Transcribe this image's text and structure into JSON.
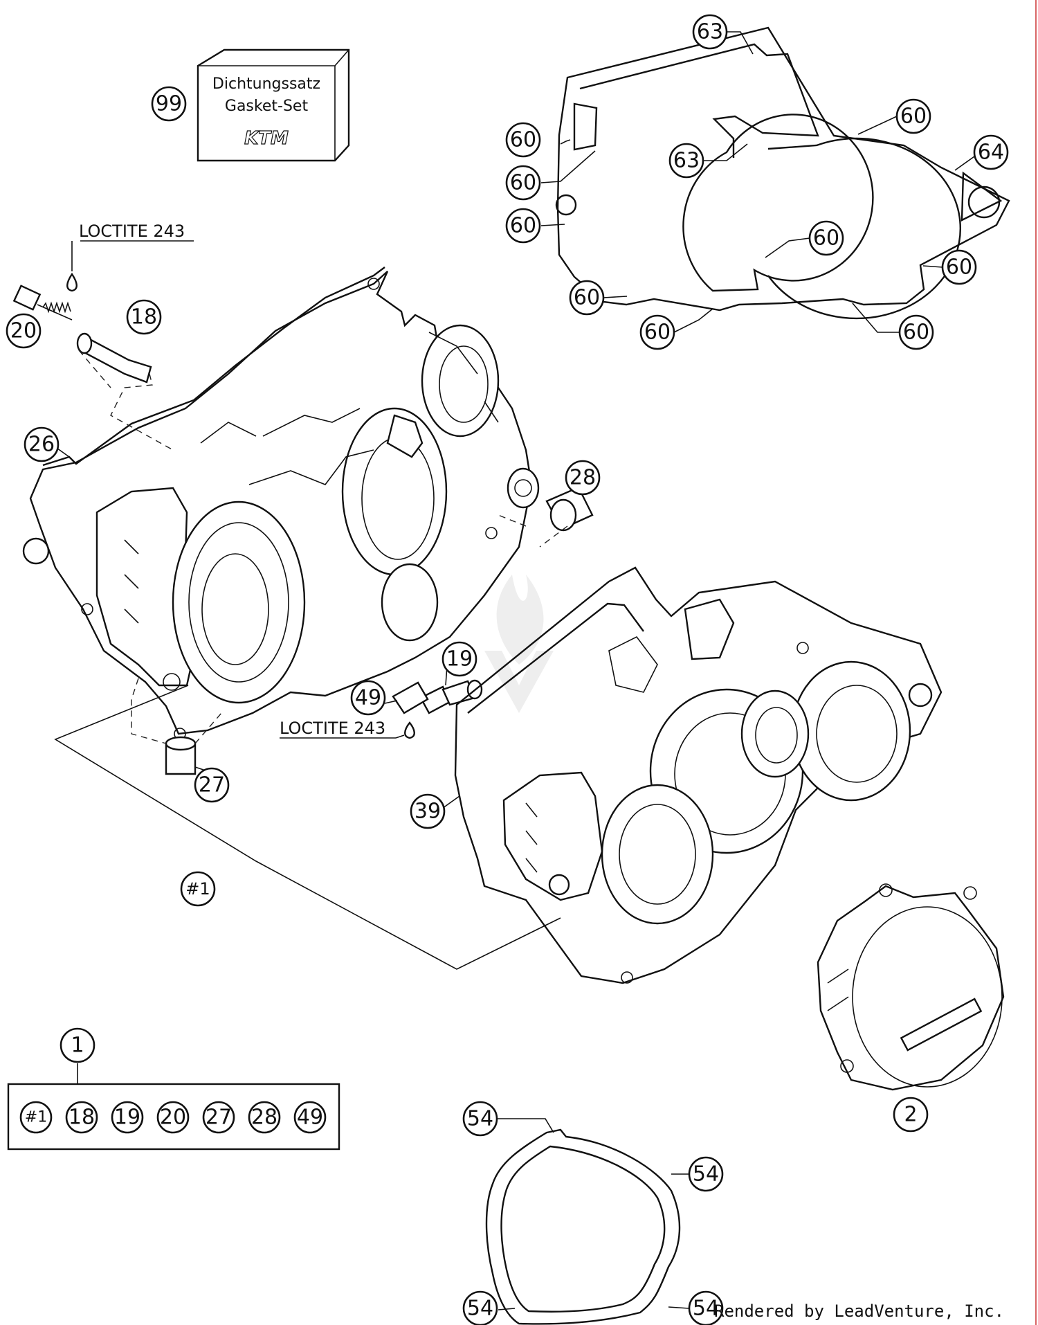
{
  "gasket_set_box": {
    "line1": "Dichtungssatz",
    "line2": "Gasket-Set",
    "brand": "KTM"
  },
  "notes": {
    "loctite_upper": "LOCTITE 243",
    "loctite_lower": "LOCTITE 243"
  },
  "credit": "Rendered by LeadVenture, Inc.",
  "callouts": [
    {
      "id": "c99",
      "label": "99"
    },
    {
      "id": "c63a",
      "label": "63"
    },
    {
      "id": "c60a",
      "label": "60"
    },
    {
      "id": "c60b",
      "label": "60"
    },
    {
      "id": "c60c",
      "label": "60"
    },
    {
      "id": "c63b",
      "label": "63"
    },
    {
      "id": "c60d",
      "label": "60"
    },
    {
      "id": "c64",
      "label": "64"
    },
    {
      "id": "c60e",
      "label": "60"
    },
    {
      "id": "c60f",
      "label": "60"
    },
    {
      "id": "c60g",
      "label": "60"
    },
    {
      "id": "c60h",
      "label": "60"
    },
    {
      "id": "c60i",
      "label": "60"
    },
    {
      "id": "c20",
      "label": "20"
    },
    {
      "id": "c18",
      "label": "18"
    },
    {
      "id": "c26",
      "label": "26"
    },
    {
      "id": "c28",
      "label": "28"
    },
    {
      "id": "c19",
      "label": "19"
    },
    {
      "id": "c49",
      "label": "49"
    },
    {
      "id": "c27",
      "label": "27"
    },
    {
      "id": "c39",
      "label": "39"
    },
    {
      "id": "c1h",
      "label": "#1"
    },
    {
      "id": "c2",
      "label": "2"
    },
    {
      "id": "c1",
      "label": "1"
    },
    {
      "id": "c54a",
      "label": "54"
    },
    {
      "id": "c54b",
      "label": "54"
    },
    {
      "id": "c54c",
      "label": "54"
    },
    {
      "id": "c54d",
      "label": "54"
    }
  ],
  "kit_contents": [
    "#1",
    "18",
    "19",
    "20",
    "27",
    "28",
    "49"
  ]
}
